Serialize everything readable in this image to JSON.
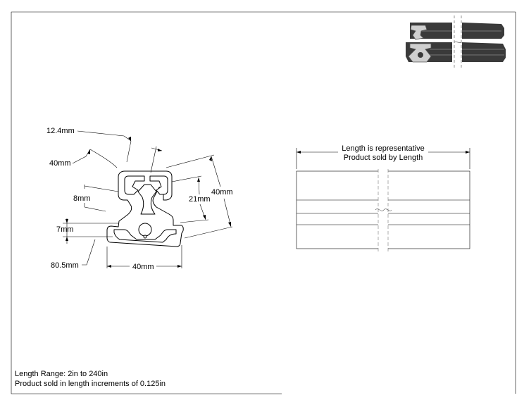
{
  "dimensions": {
    "slot_width": "12.4mm",
    "top_width": "40mm",
    "slot_depth": "8mm",
    "lip_height": "7mm",
    "angle": "80.5mm",
    "bottom_width": "40mm",
    "inner_height": "21mm",
    "overall_height": "40mm"
  },
  "length_note": {
    "line1": "Length is representative",
    "line2": "Product sold by Length"
  },
  "notes": {
    "range": "Length Range: 2in to 240in",
    "increments": "Product sold in length increments of 0.125in"
  },
  "colors": {
    "line": "#000000",
    "profile_fill": "#ffffff",
    "preview_dark": "#3a3a3a",
    "preview_mid": "#5a5a5a"
  }
}
